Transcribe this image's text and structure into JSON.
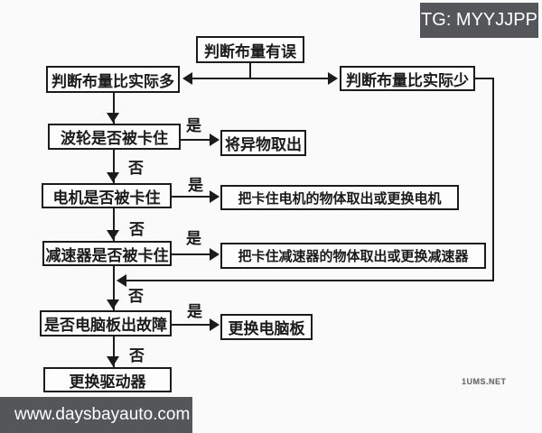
{
  "page": {
    "background": "#fafafa",
    "ink": "#1b1b1b"
  },
  "watermarks": {
    "tg_badge": "TG: MYYJJPP",
    "site_badge": "www.daysbayauto.com",
    "corner_mark": "1UMS.NET",
    "badge_bg": "#55565a",
    "badge_text_color": "#ffffff"
  },
  "flowchart": {
    "edge_labels": {
      "yes": "是",
      "no": "否"
    },
    "nodes": [
      {
        "id": "judge-cloth-error",
        "label": "判断布量有误"
      },
      {
        "id": "cloth-more-than-actual",
        "label": "判断布量比实际多"
      },
      {
        "id": "cloth-less-than-actual",
        "label": "判断布量比实际少"
      },
      {
        "id": "pulsator-stuck-check",
        "label": "波轮是否被卡住"
      },
      {
        "id": "remove-foreign-object",
        "label": "将异物取出"
      },
      {
        "id": "motor-stuck-check",
        "label": "电机是否被卡住"
      },
      {
        "id": "fix-motor",
        "label": "把卡住电机的物体取出或更换电机"
      },
      {
        "id": "reducer-stuck-check",
        "label": "减速器是否被卡住"
      },
      {
        "id": "fix-reducer",
        "label": "把卡住减速器的物体取出或更换减速器"
      },
      {
        "id": "control-board-fault-check",
        "label": "是否电脑板出故障"
      },
      {
        "id": "replace-control-board",
        "label": "更换电脑板"
      },
      {
        "id": "replace-driver",
        "label": "更换驱动器"
      }
    ]
  }
}
